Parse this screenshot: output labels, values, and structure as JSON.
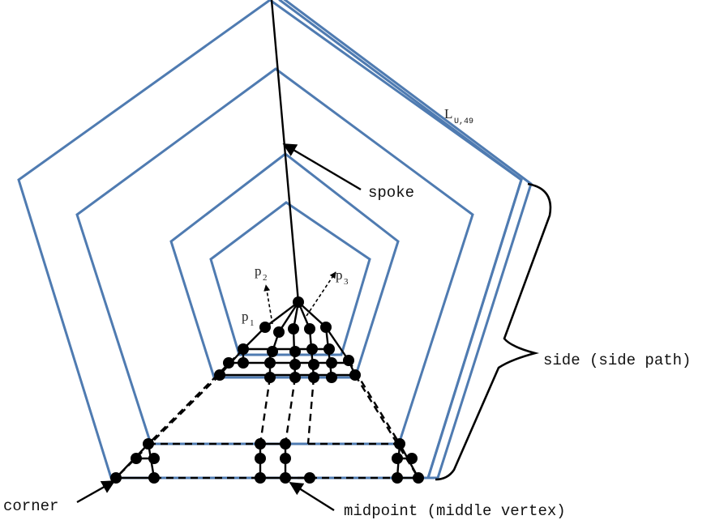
{
  "labels": {
    "spoke": "spoke",
    "side": "side (side path)",
    "corner": "corner",
    "midpoint": "midpoint (middle vertex)",
    "level_main": "L",
    "level_sub": "U,49",
    "p1_main": "p",
    "p1_sub": "1",
    "p2_main": "p",
    "p2_sub": "2",
    "p3_main": "p",
    "p3_sub": "3"
  },
  "colors": {
    "pentagon_stroke": "#4f7bb1",
    "graph": "#000000"
  }
}
